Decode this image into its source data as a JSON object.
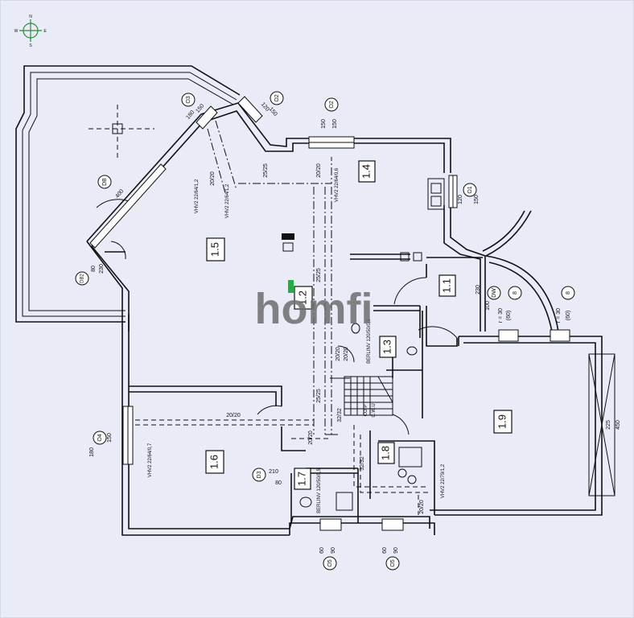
{
  "compass": {
    "n": "N",
    "s": "S",
    "e": "E",
    "w": "W"
  },
  "watermark": "homfi",
  "rooms": {
    "r1_1": "1.1",
    "r1_2": "1.2",
    "r1_3": "1.3",
    "r1_4": "1.4",
    "r1_5": "1.5",
    "r1_6": "1.6",
    "r1_7": "1.7",
    "r1_8": "1.8",
    "r1_9": "1.9"
  },
  "markers": {
    "o1": "O1",
    "o2": "O2",
    "o3": "O3",
    "o4": "O4",
    "o5a": "O5",
    "o5b": "O5",
    "d3": "D3",
    "db": "DB",
    "db2": "DB2",
    "dw": "DW",
    "m8a": "8",
    "m8b": "8"
  },
  "dims": {
    "o3_150": "150",
    "o3_180": "180",
    "o6_120": "120",
    "o6_150": "150",
    "o2_150a": "150",
    "o2_150b": "150",
    "o1_120": "120",
    "o1_150": "150",
    "o4_150": "150",
    "o4_180": "180",
    "o5a_60": "60",
    "o5a_90": "90",
    "o5b_60": "60",
    "o5b_90": "90",
    "d3_210": "210",
    "d3_80": "80",
    "db_400": "400",
    "db2_80": "80",
    "db2_230": "230",
    "dw_230": "230",
    "dw_100": "100",
    "r30a": "r = 30",
    "r60a": "(60)",
    "r30b": "r = 30",
    "r60b": "(60)",
    "r19_450": "450",
    "r19_225": "225"
  },
  "beams": {
    "b1": "20/20",
    "b2": "25/25",
    "b3": "20/20",
    "b4": "25/25",
    "b5": "20/20",
    "b6": "25/25",
    "b7": "20/20",
    "b8": "20/20",
    "b9": "32/32",
    "b10": "20/20",
    "b11": "32/32",
    "b12": "20/20"
  },
  "vents": {
    "v1": "VHV2 22/64/0,6",
    "v2": "VHV2 22/64/1,2",
    "v3": "VHV2 22/64/1,2",
    "v4": "VHV2 22/64/0,7",
    "v5": "VHV2 22/79/1,2",
    "v6": "BERLINV 120/50/0,5",
    "v7": "BERLINV 120/50/0,5",
    "v8": "CO.P",
    "v9": "C.W.U"
  }
}
